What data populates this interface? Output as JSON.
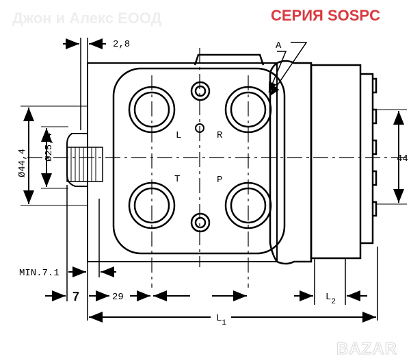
{
  "watermark": "Джон и Алекс ЕООД",
  "series_title": "СЕРИЯ SOSPC",
  "series_color": "#d93a3f",
  "logo": "BAZAR",
  "dimensions": {
    "gap": "2,8",
    "port_a": "A",
    "dia_outer": "Ø44,4",
    "dia_inner": "Ø25,4",
    "right_height": "44",
    "min": "MIN.7.1",
    "seven": "7",
    "twenty_nine": "29",
    "l2": "L",
    "l2_sub": "2",
    "l1": "L",
    "l1_sub": "1"
  },
  "ports": {
    "l": "L",
    "r": "R",
    "t": "T",
    "p": "P"
  }
}
